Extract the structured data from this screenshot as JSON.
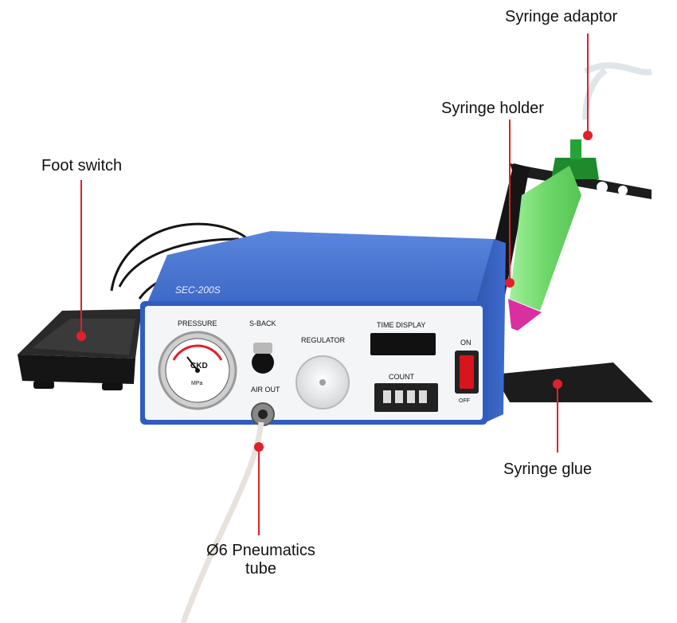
{
  "labels": {
    "syringe_adaptor": "Syringe adaptor",
    "syringe_holder": "Syringe holder",
    "foot_switch": "Foot switch",
    "syringe_glue": "Syringe glue",
    "pneumatic_tube_line1": "Ø6 Pneumatics",
    "pneumatic_tube_line2": "tube"
  },
  "panel": {
    "model": "SEC-200S",
    "pressure": "PRESSURE",
    "gauge_brand": "CKD",
    "gauge_unit": "MPa",
    "s_back": "S-BACK",
    "air_out": "AIR OUT",
    "regulator": "REGULATOR",
    "time_display": "TIME DISPLAY",
    "count": "COUNT",
    "on": "ON",
    "off": "OFF"
  },
  "colors": {
    "housing": "#3f6fd0",
    "front_panel": "#f4f5f7",
    "callout_line": "#e0202a",
    "glue": "#7fe07a",
    "stand": "#1c1c1c"
  }
}
